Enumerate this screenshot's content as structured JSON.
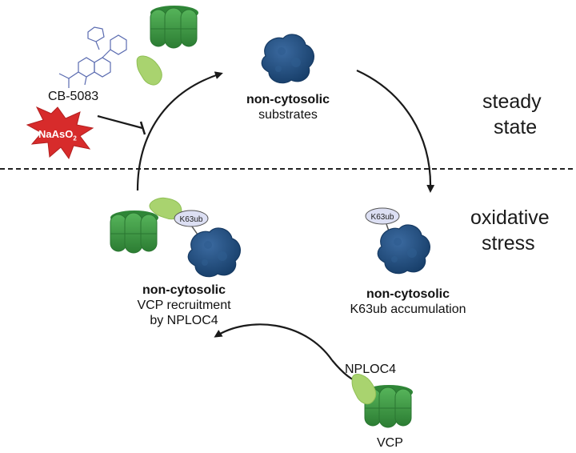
{
  "states": {
    "steady": [
      "steady",
      "state"
    ],
    "oxidative": [
      "oxidative",
      "stress"
    ]
  },
  "inhibitors": {
    "compound": "CB-5083",
    "stressor": "NaAsO",
    "stressor_subscript": "2"
  },
  "steps": {
    "top": {
      "bold": "non-cytosolic",
      "lines": [
        "substrates"
      ]
    },
    "right": {
      "bold": "non-cytosolic",
      "lines": [
        "K63ub accumulation"
      ]
    },
    "left": {
      "bold": "non-cytosolic",
      "lines": [
        "VCP recruitment",
        "by NPLOC4"
      ]
    }
  },
  "tags": {
    "k63ub": "K63ub"
  },
  "proteins": {
    "cofactor": "NPLOC4",
    "vcp": "VCP"
  },
  "colors": {
    "vcp_green": "#3f9a45",
    "vcp_dark": "#2a7631",
    "npl4_green": "#a9d36f",
    "substrate_blue": "#1f4a7a",
    "ub_fill": "#dcdff3",
    "starburst": "#d72b2b",
    "arrow": "#1a1a1a"
  }
}
